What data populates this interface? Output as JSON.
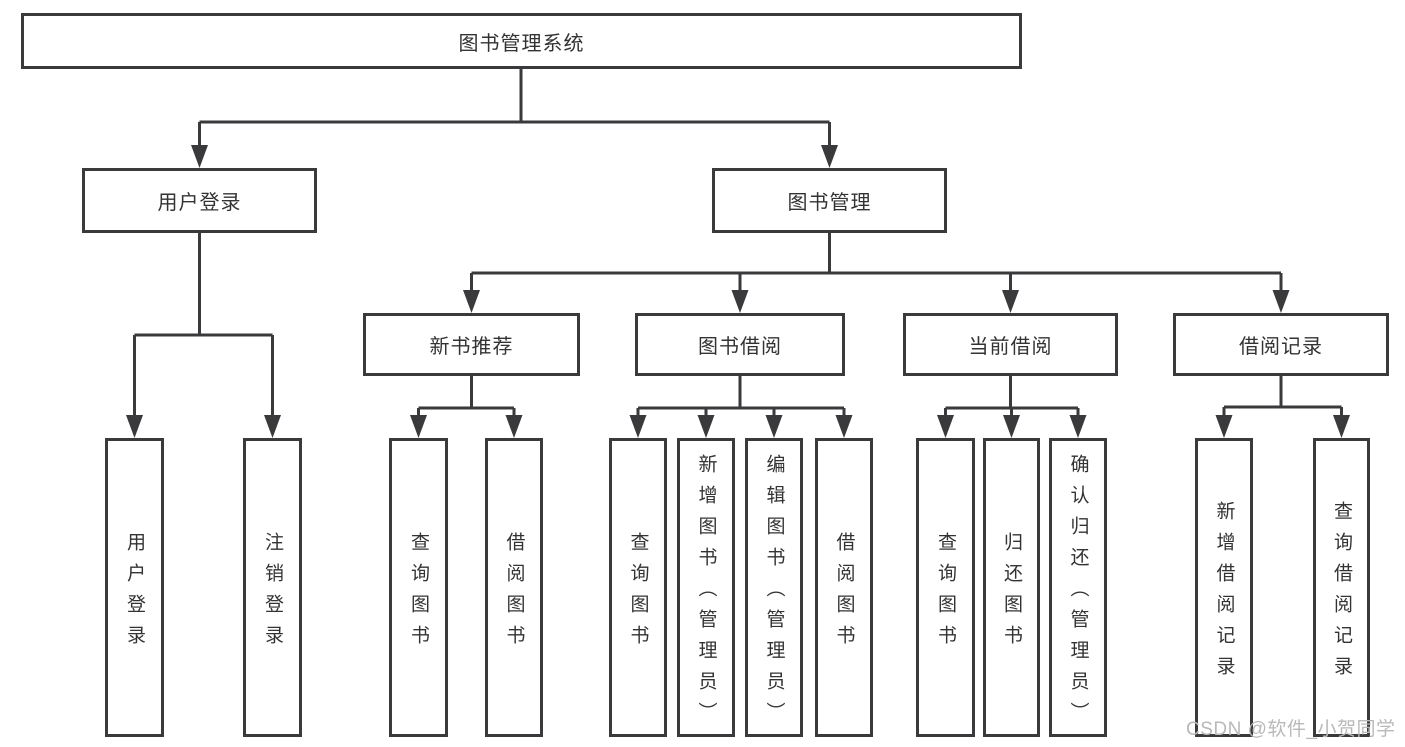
{
  "diagram": {
    "root": {
      "label": "图书管理系统"
    },
    "user_login": {
      "label": "用户登录",
      "children": [
        {
          "label": "用户登录"
        },
        {
          "label": "注销登录"
        }
      ]
    },
    "book_management": {
      "label": "图书管理",
      "sections": [
        {
          "label": "新书推荐",
          "children": [
            {
              "label": "查询图书"
            },
            {
              "label": "借阅图书"
            }
          ]
        },
        {
          "label": "图书借阅",
          "children": [
            {
              "label": "查询图书"
            },
            {
              "label": "新增图书（管理员）"
            },
            {
              "label": "编辑图书（管理员）"
            },
            {
              "label": "借阅图书"
            }
          ]
        },
        {
          "label": "当前借阅",
          "children": [
            {
              "label": "查询图书"
            },
            {
              "label": "归还图书"
            },
            {
              "label": "确认归还（管理员）"
            }
          ]
        },
        {
          "label": "借阅记录",
          "children": [
            {
              "label": "新增借阅记录"
            },
            {
              "label": "查询借阅记录"
            }
          ]
        }
      ]
    }
  },
  "watermark": {
    "text": "CSDN @软件_小贺同学"
  },
  "colors": {
    "line": "#3a3a3c",
    "text": "#333333",
    "background": "#ffffff",
    "watermark": "#b9b9b9"
  }
}
